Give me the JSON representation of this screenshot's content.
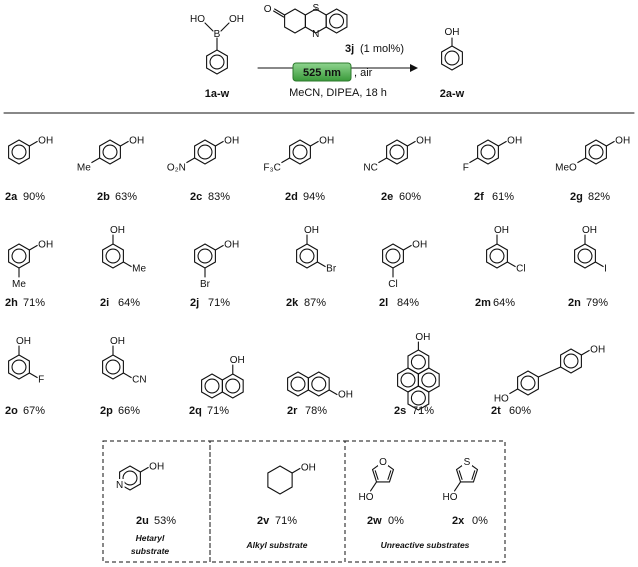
{
  "reaction": {
    "reactant_label": "1a-w",
    "catalyst_label": "3j",
    "catalyst_loading": " (1 mol%)",
    "light": "525 nm",
    "atmosphere": ", air",
    "conditions": "MeCN, DIPEA, 18 h",
    "product_label": "2a-w",
    "atoms": {
      "B": "B",
      "OH": "OH",
      "HO": "HO",
      "O": "O",
      "S": "S",
      "N": "N"
    }
  },
  "products": [
    {
      "id": "2a",
      "yield": "90%",
      "sub": null
    },
    {
      "id": "2b",
      "yield": "63%",
      "sub": "Me"
    },
    {
      "id": "2c",
      "yield": "83%",
      "sub": "O₂N"
    },
    {
      "id": "2d",
      "yield": "94%",
      "sub": "F₃C"
    },
    {
      "id": "2e",
      "yield": "60%",
      "sub": "NC"
    },
    {
      "id": "2f",
      "yield": "61%",
      "sub": "F"
    },
    {
      "id": "2g",
      "yield": "82%",
      "sub": "MeO"
    },
    {
      "id": "2h",
      "yield": "71%",
      "sub": "Me"
    },
    {
      "id": "2i",
      "yield": "64%",
      "sub": "Me"
    },
    {
      "id": "2j",
      "yield": "71%",
      "sub": "Br"
    },
    {
      "id": "2k",
      "yield": "87%",
      "sub": "Br"
    },
    {
      "id": "2l",
      "yield": "84%",
      "sub": "Cl"
    },
    {
      "id": "2m",
      "yield": "64%",
      "sub": "Cl"
    },
    {
      "id": "2n",
      "yield": "79%",
      "sub": "I"
    },
    {
      "id": "2o",
      "yield": "67%",
      "sub": "F"
    },
    {
      "id": "2p",
      "yield": "66%",
      "sub": "CN"
    },
    {
      "id": "2q",
      "yield": "71%",
      "sub": null
    },
    {
      "id": "2r",
      "yield": "78%",
      "sub": null
    },
    {
      "id": "2s",
      "yield": "71%",
      "sub": null
    },
    {
      "id": "2t",
      "yield": "60%",
      "sub": "HO"
    }
  ],
  "boxes": [
    {
      "caption_line1": "Hetaryl",
      "caption_line2": "substrate",
      "items": [
        {
          "id": "2u",
          "yield": "53%"
        }
      ]
    },
    {
      "caption_line1": "Alkyl substrate",
      "caption_line2": "",
      "items": [
        {
          "id": "2v",
          "yield": "71%"
        }
      ]
    },
    {
      "caption_line1": "Unreactive substrates",
      "caption_line2": "",
      "items": [
        {
          "id": "2w",
          "yield": "0%"
        },
        {
          "id": "2x",
          "yield": "0%"
        }
      ]
    }
  ],
  "colors": {
    "light_badge": "#3a9a3a",
    "light_badge_top": "#8fd48f",
    "ink": "#111111"
  }
}
